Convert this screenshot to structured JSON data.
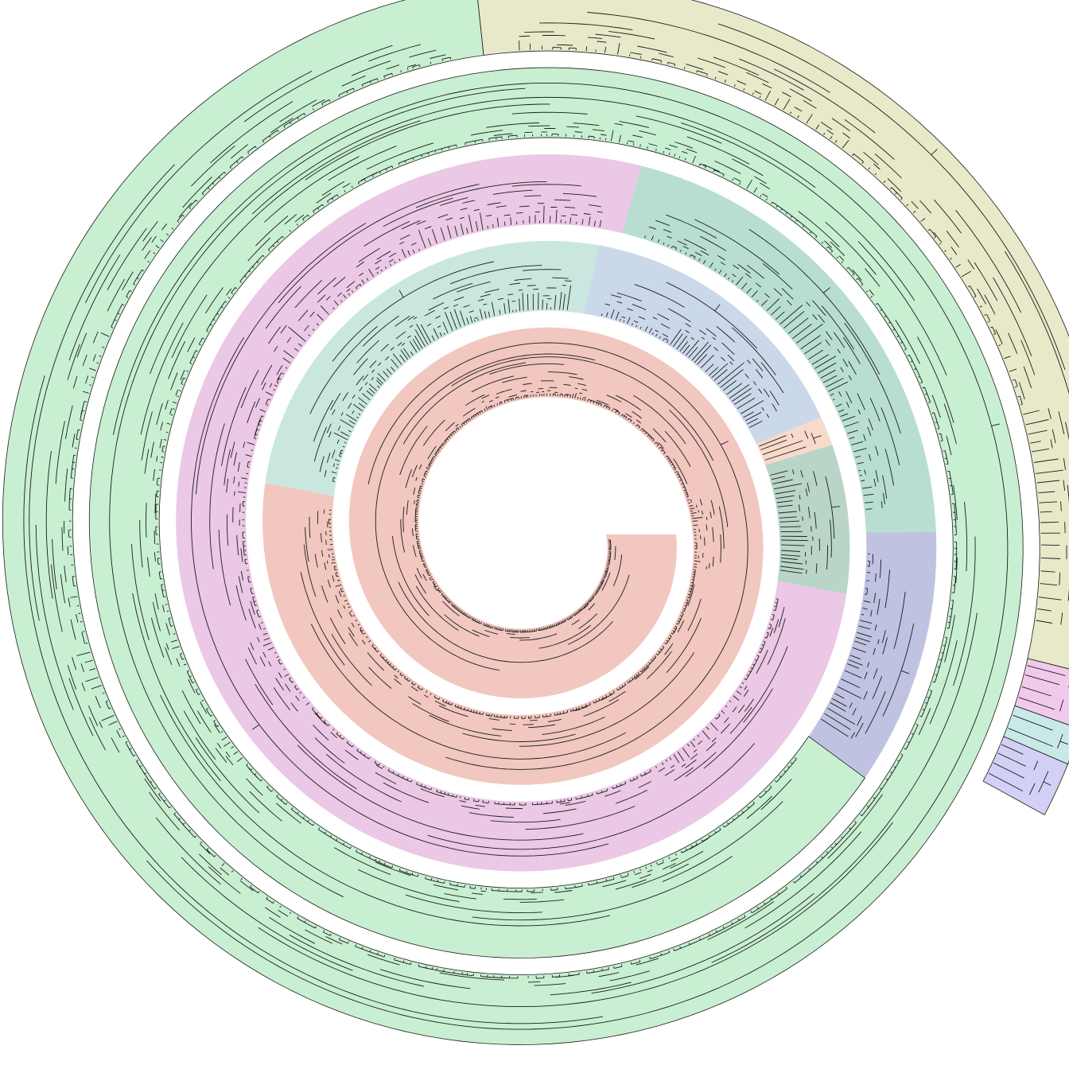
{
  "figure": {
    "type": "spiral-phylogenetic-tree",
    "labels_shown": false,
    "background": "#ffffff",
    "branch_color": "#1c1c1c"
  },
  "clades": [
    {
      "id": "clade-salmon",
      "color": "#e8a497",
      "leaf_share": 0.3
    },
    {
      "id": "clade-mint-a",
      "color": "#a8d8cc",
      "leaf_share": 0.05
    },
    {
      "id": "clade-steel",
      "color": "#a9c0dd",
      "leaf_share": 0.03
    },
    {
      "id": "clade-peach",
      "color": "#f3c3ab",
      "leaf_share": 0.003
    },
    {
      "id": "clade-sage",
      "color": "#8ebba5",
      "leaf_share": 0.015
    },
    {
      "id": "clade-pink",
      "color": "#dea6d6",
      "leaf_share": 0.15
    },
    {
      "id": "clade-teal-b",
      "color": "#8cc9b5",
      "leaf_share": 0.04
    },
    {
      "id": "clade-indigo",
      "color": "#9a9ccf",
      "leaf_share": 0.02
    },
    {
      "id": "clade-green",
      "color": "#a6e5b5",
      "leaf_share": 0.32
    },
    {
      "id": "clade-olive",
      "color": "#d8dca8",
      "leaf_share": 0.06
    },
    {
      "id": "clade-magenta-thin",
      "color": "#e6a9df",
      "leaf_share": 0.003
    },
    {
      "id": "clade-cyan-thin",
      "color": "#a6dcd8",
      "leaf_share": 0.002
    },
    {
      "id": "clade-violet-thin",
      "color": "#b7b3ee",
      "leaf_share": 0.003
    }
  ]
}
